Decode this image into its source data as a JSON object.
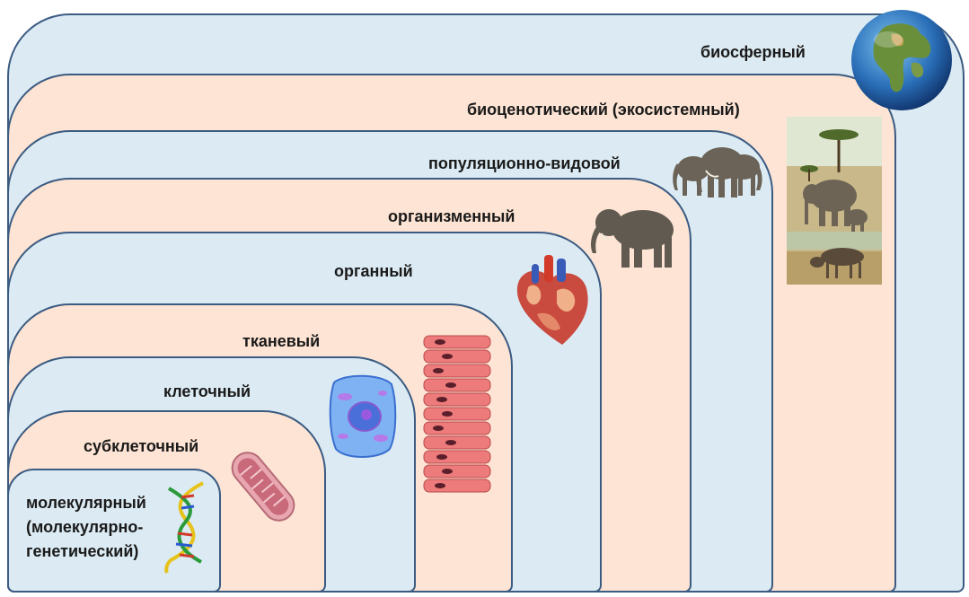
{
  "levels": {
    "biosphere": "биосферный",
    "biocenotic": "биоценотический (экосистемный)",
    "population": "популяционно-видовой",
    "organism": "организменный",
    "organ": "органный",
    "tissue": "тканевый",
    "cell": "клеточный",
    "subcell": "субклеточный",
    "molecular_1": "молекулярный",
    "molecular_2": "(молекулярно-",
    "molecular_3": "генетический)"
  },
  "colors": {
    "blue_fill": "#dcebf3",
    "peach_fill": "#fde4d4",
    "border": "#3b5b82"
  },
  "icons": [
    "globe-icon",
    "savanna-image",
    "elephant-herd-image",
    "elephant-image",
    "heart-image",
    "tissue-image",
    "cell-image",
    "mitochondrion-image",
    "dna-image"
  ]
}
